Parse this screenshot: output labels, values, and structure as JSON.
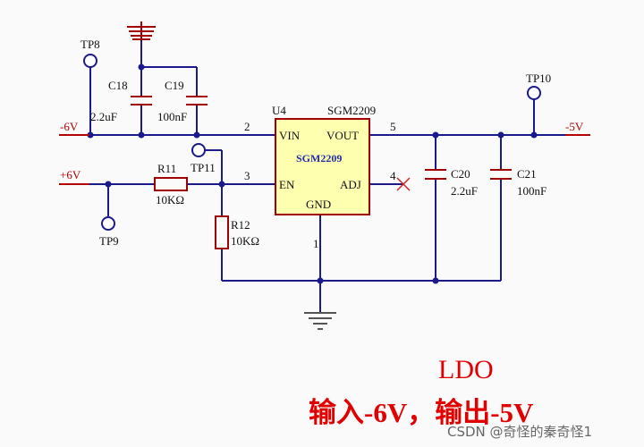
{
  "nets": {
    "left_top": "-6V",
    "left_mid": "+6V",
    "right_top": "-5V"
  },
  "test_points": {
    "tp8": "TP8",
    "tp9": "TP9",
    "tp10": "TP10",
    "tp11": "TP11"
  },
  "capacitors": {
    "c18": {
      "ref": "C18",
      "value": "2.2uF"
    },
    "c19": {
      "ref": "C19",
      "value": "100nF"
    },
    "c20": {
      "ref": "C20",
      "value": "2.2uF"
    },
    "c21": {
      "ref": "C21",
      "value": "100nF"
    }
  },
  "resistors": {
    "r11": {
      "ref": "R11",
      "value": "10KΩ"
    },
    "r12": {
      "ref": "R12",
      "value": "10KΩ"
    }
  },
  "ic": {
    "ref": "U4",
    "part": "SGM2209",
    "body_label": "SGM2209",
    "pins": {
      "vin": "VIN",
      "vout": "VOUT",
      "en": "EN",
      "adj": "ADJ",
      "gnd": "GND"
    },
    "pin_numbers": {
      "p1": "1",
      "p2": "2",
      "p3": "3",
      "p4": "4",
      "p5": "5"
    }
  },
  "title": {
    "line1": "LDO",
    "line2": "输入-6V，输出-5V"
  },
  "watermark": "CSDN @奇怪的秦奇怪1",
  "colors": {
    "wire": "#1a1a8c",
    "net_label": "#b30000",
    "chip_fill": "#ffffb0",
    "chip_stroke": "#a00000",
    "title": "#e00000",
    "chip_text": "#1f2fa6"
  }
}
